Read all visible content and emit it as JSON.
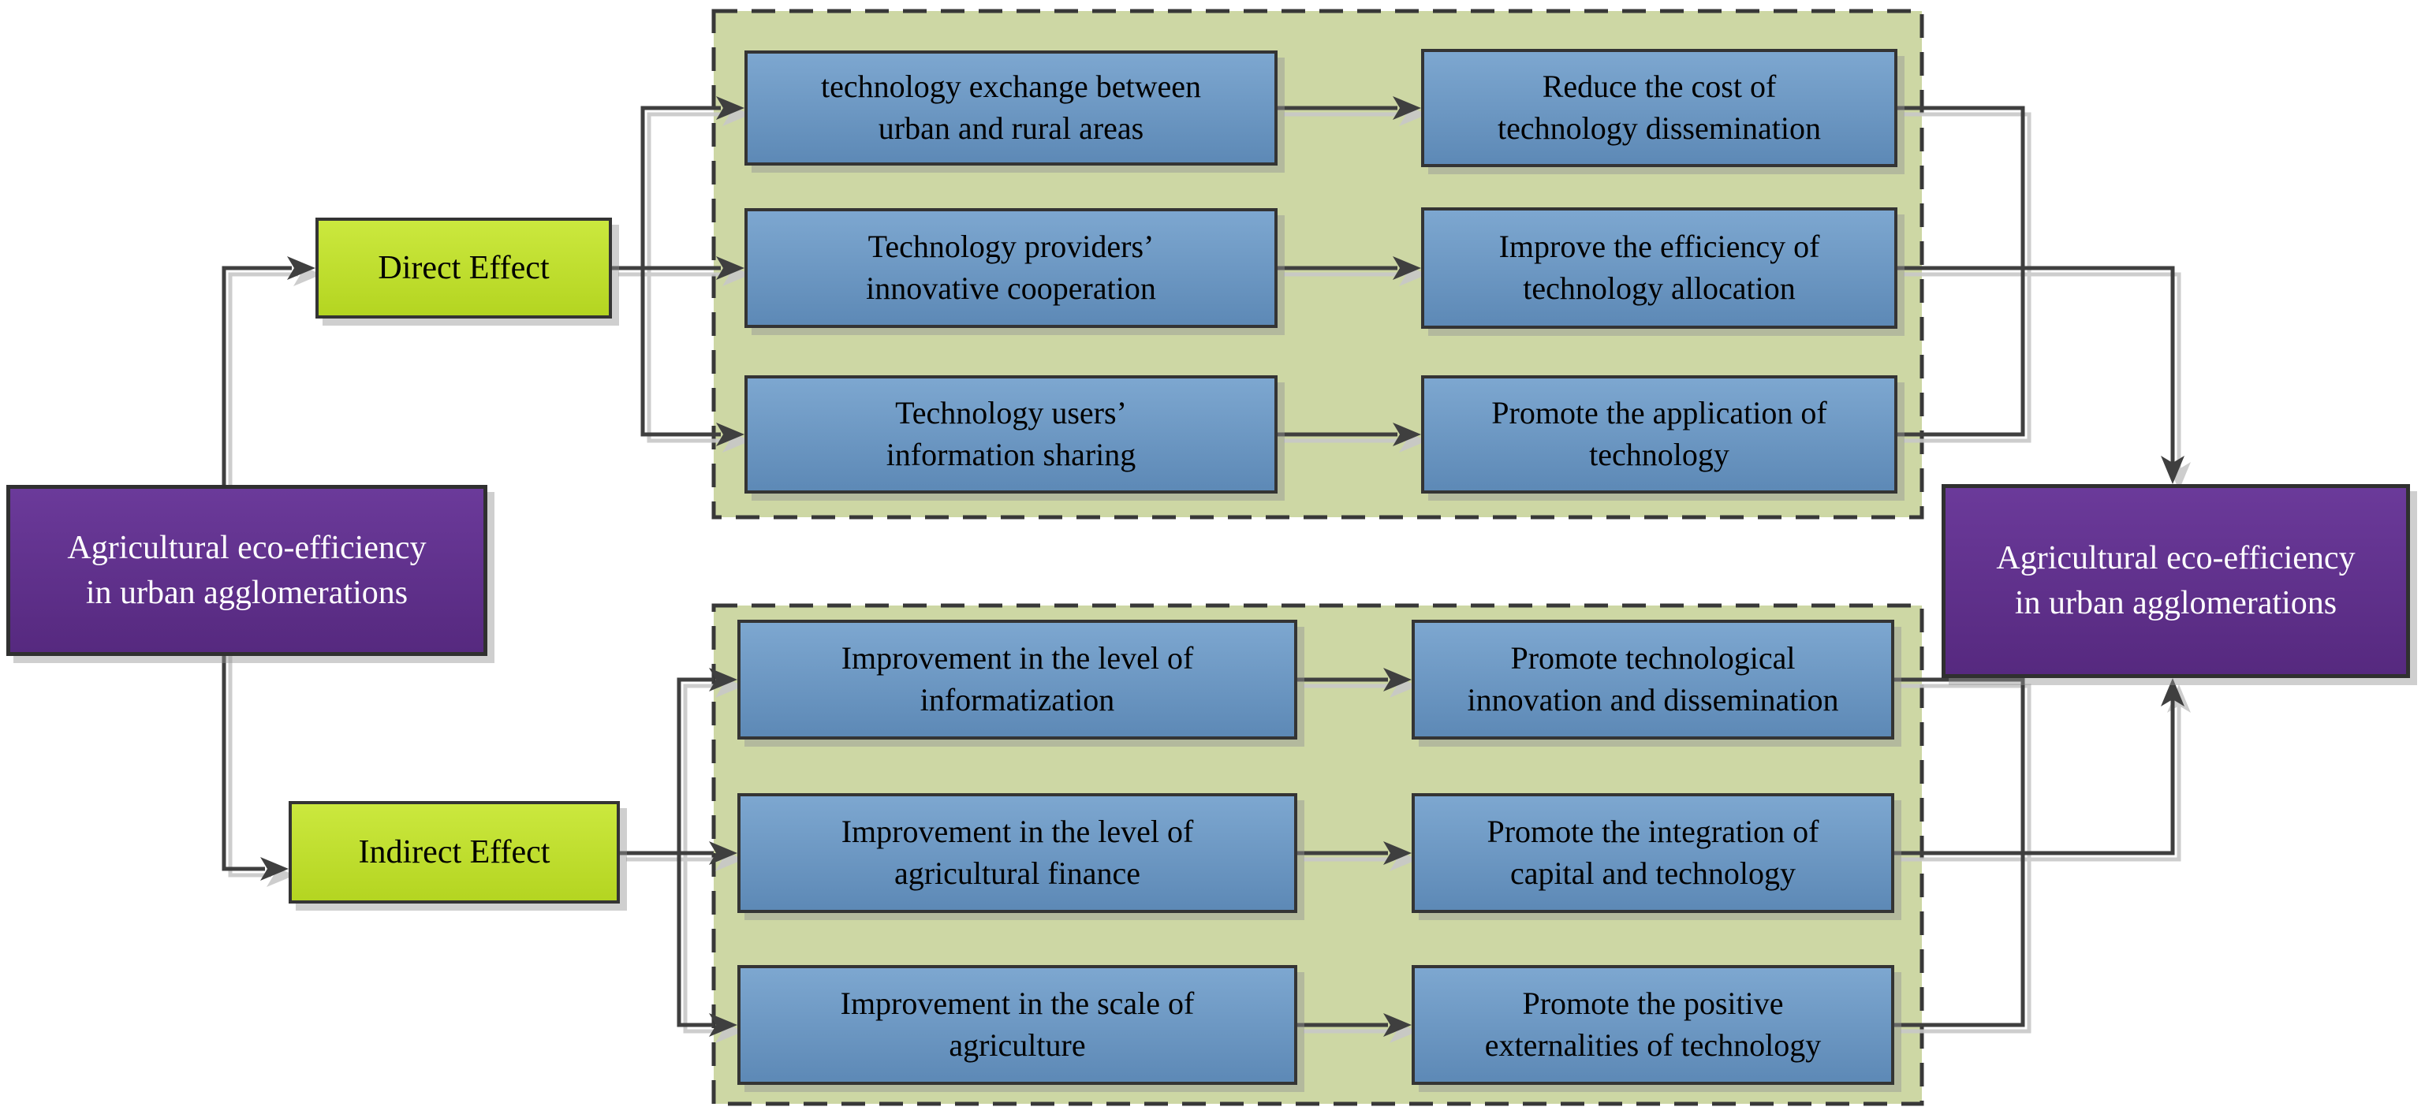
{
  "colors": {
    "node-blue-top": "#7da7d0",
    "node-blue-bottom": "#5d89b6",
    "node-green-top": "#cbe83e",
    "node-green-bottom": "#b4d521",
    "node-purple-top": "#6b3a9a",
    "node-purple-bottom": "#56297f",
    "container-green": "#cdd7a4",
    "line": "#3f3f3f",
    "line-shadow": "#c8c8c8",
    "border-dark": "#343434",
    "text-dark": "#000000",
    "text-light": "#ffffff",
    "canvas": "#ffffff"
  },
  "diagram": {
    "source": {
      "label": "Agricultural eco-efficiency\nin urban agglomerations"
    },
    "sink": {
      "label": "Agricultural eco-efficiency\nin urban agglomerations"
    },
    "direct_path": {
      "effect": "Direct Effect",
      "mechanisms": [
        {
          "cause": "technology exchange between\nurban and rural areas",
          "outcome": "Reduce the cost of\ntechnology dissemination"
        },
        {
          "cause": "Technology providers’\ninnovative cooperation",
          "outcome": "Improve the efficiency of\ntechnology allocation"
        },
        {
          "cause": "Technology users’\ninformation sharing",
          "outcome": "Promote the application of\ntechnology"
        }
      ]
    },
    "indirect_path": {
      "effect": "Indirect Effect",
      "mechanisms": [
        {
          "cause": "Improvement in the level of\ninformatization",
          "outcome": "Promote technological\ninnovation and dissemination"
        },
        {
          "cause": "Improvement in the level of\nagricultural finance",
          "outcome": "Promote the integration of\ncapital and technology"
        },
        {
          "cause": "Improvement in the scale of\nagriculture",
          "outcome": "Promote the positive\nexternalities of technology"
        }
      ]
    }
  }
}
